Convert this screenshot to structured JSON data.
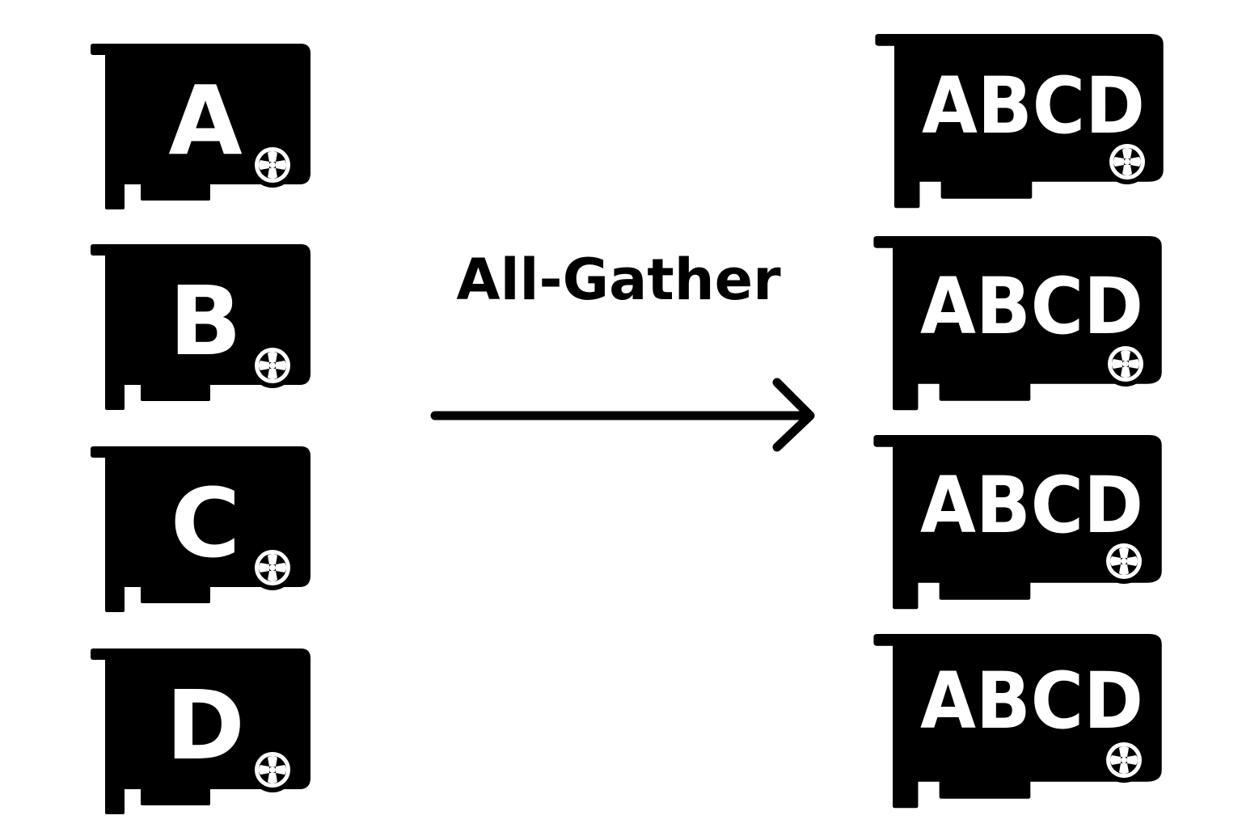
{
  "diagram": {
    "operation_label": "All-Gather",
    "colors": {
      "card": "#000000",
      "label": "#ffffff",
      "background": "#ffffff",
      "arrow": "#000000"
    },
    "inputs": [
      {
        "label": "A"
      },
      {
        "label": "B"
      },
      {
        "label": "C"
      },
      {
        "label": "D"
      }
    ],
    "outputs": [
      {
        "label": "ABCD"
      },
      {
        "label": "ABCD"
      },
      {
        "label": "ABCD"
      },
      {
        "label": "ABCD"
      }
    ],
    "card_icon": "gpu-card-icon",
    "fan_icon": "fan-icon",
    "arrow_icon": "right-arrow-icon"
  }
}
